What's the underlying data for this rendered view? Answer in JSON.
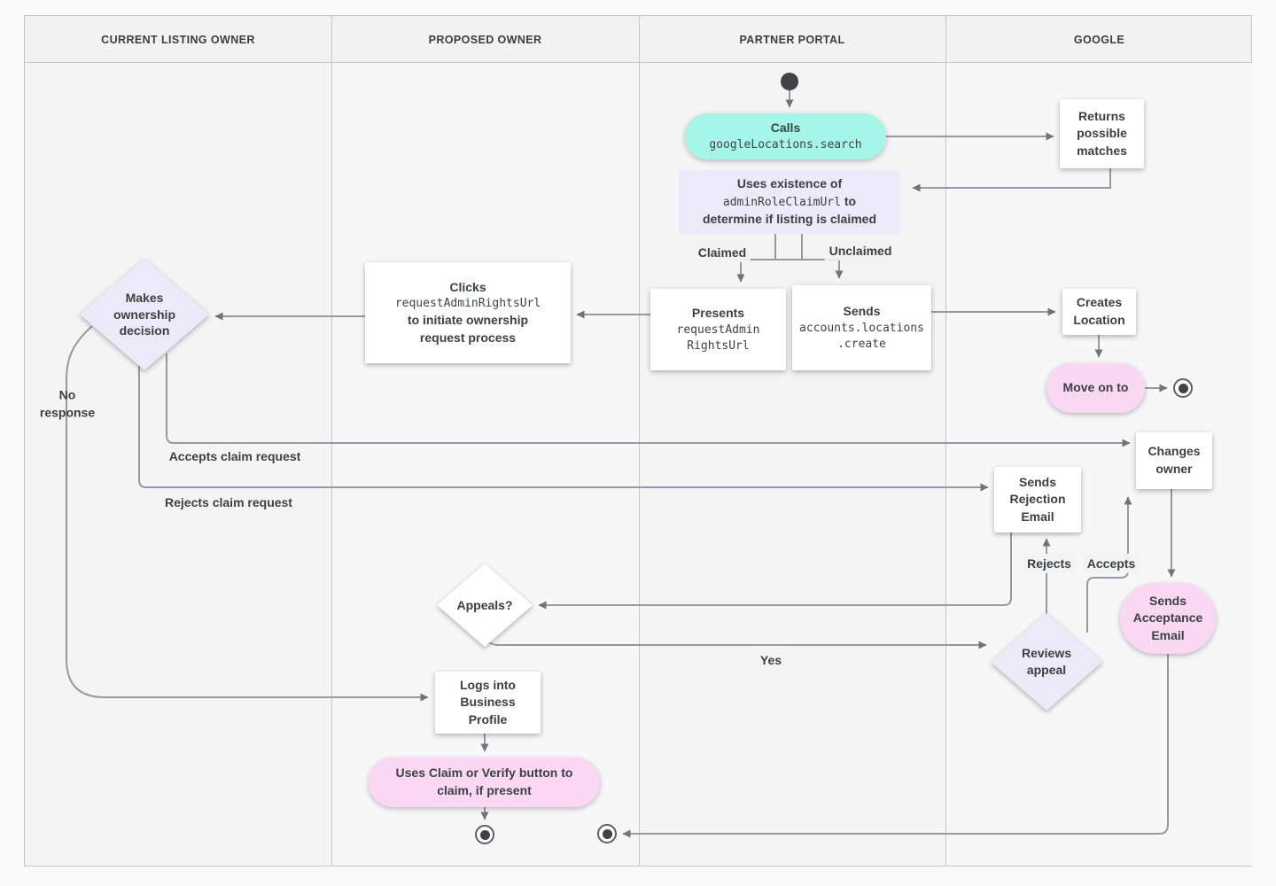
{
  "lanes": [
    {
      "label": "CURRENT LISTING OWNER"
    },
    {
      "label": "PROPOSED OWNER"
    },
    {
      "label": "PARTNER PORTAL"
    },
    {
      "label": "GOOGLE"
    }
  ],
  "nodes": {
    "calls": {
      "title": "Calls",
      "code": "googleLocations.search"
    },
    "returns_matches": {
      "text": "Returns\npossible\nmatches"
    },
    "uses_existence": {
      "line1": "Uses existence of",
      "code": "adminRoleClaimUrl",
      "line2_suffix": " to",
      "line3": "determine if listing is claimed"
    },
    "presents": {
      "title": "Presents",
      "code": "requestAdmin\nRightsUrl"
    },
    "sends_create": {
      "title": "Sends",
      "code": "accounts.locations\n.create"
    },
    "creates_location": {
      "text": "Creates\nLocation"
    },
    "move_on": {
      "text": "Move on to"
    },
    "clicks": {
      "title": "Clicks",
      "code": "requestAdminRightsUrl",
      "rest": "to initiate ownership\nrequest process"
    },
    "makes_decision": {
      "text": "Makes\nownership\ndecision"
    },
    "changes_owner": {
      "text": "Changes\nowner"
    },
    "sends_rejection": {
      "text": "Sends\nRejection\nEmail"
    },
    "appeals": {
      "text": "Appeals?"
    },
    "reviews_appeal": {
      "text": "Reviews\nappeal"
    },
    "sends_acceptance": {
      "text": "Sends\nAcceptance\nEmail"
    },
    "logs_into": {
      "text": "Logs into\nBusiness\nProfile"
    },
    "uses_claim": {
      "text": "Uses Claim or Verify button to\nclaim, if present"
    }
  },
  "edge_labels": {
    "claimed": "Claimed",
    "unclaimed": "Unclaimed",
    "no_response": "No\nresponse",
    "accepts_claim": "Accepts claim request",
    "rejects_claim": "Rejects claim request",
    "yes": "Yes",
    "rejects": "Rejects",
    "accepts": "Accepts"
  },
  "colors": {
    "cyan": "#a5f6e8",
    "lavender": "#ece9f8",
    "pink": "#fad7f3",
    "text": "#3c4043",
    "line": "#939aa1",
    "arrow": "#6f7478"
  }
}
